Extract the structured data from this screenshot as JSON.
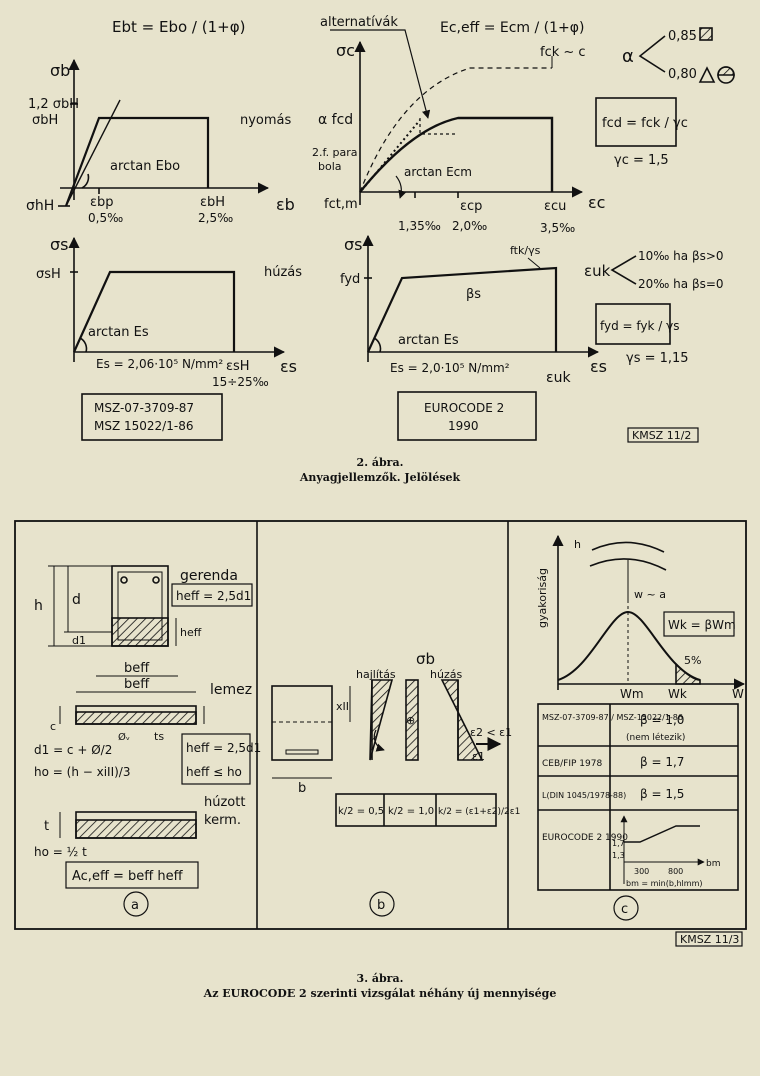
{
  "figure2": {
    "caption_number": "2. ábra.",
    "caption_title": "Anyagjellemzők. Jelölések",
    "code_tag": "KMSZ 11/2",
    "top_left": {
      "formula": "Ebt = Ebo / (1+φ)",
      "y_axis": "σb",
      "y_tick_1": "1,2 σbH",
      "y_tick_2": "σbH",
      "mode": "nyomás",
      "slope": "arctan Ebo",
      "neg_tick": "σhH",
      "x_tick_1_name": "εbp",
      "x_tick_1_value": "0,5‰",
      "x_tick_2_name": "εbH",
      "x_tick_2_value": "2,5‰",
      "x_axis": "εb"
    },
    "top_right": {
      "alternatives": "alternatívák",
      "formula": "Ec,eff = Ecm / (1+φ)",
      "y_axis": "σc",
      "fck_note": "fck ~ c",
      "alpha_fcd": "α fcd",
      "parabola_1": "2.f. para",
      "parabola_2": "bola",
      "slope": "arctan Ecm",
      "origin": "fct,m",
      "x_tick_1_value": "1,35‰",
      "x_tick_2_name": "εcp",
      "x_tick_2_value": "2,0‰",
      "x_tick_3_name": "εcu",
      "x_tick_3_value": "3,5‰",
      "x_axis": "εc"
    },
    "alpha_box": {
      "symbol": "α",
      "value_1": "0,85",
      "value_2": "0,80",
      "fcd_formula": "fcd = fck / γc",
      "gamma": "γc = 1,5"
    },
    "bottom_left": {
      "y_axis": "σs",
      "y_tick": "σsH",
      "mode": "húzás",
      "slope": "arctan Es",
      "modulus": "Es = 2,06·10⁵ N/mm²",
      "x_tick_name": "εsH",
      "x_tick_value": "15÷25‰",
      "x_axis": "εs",
      "standard_1": "MSZ-07-3709-87",
      "standard_2": "MSZ 15022/1-86"
    },
    "bottom_right": {
      "y_axis": "σs",
      "y_tick": "fyd",
      "ftk_label": "ftk/γs",
      "beta": "βs",
      "slope": "arctan Es",
      "modulus": "Es = 2,0·10⁵ N/mm²",
      "x_tick_name": "εuk",
      "x_axis": "εs",
      "standard_1": "EUROCODE 2",
      "standard_2": "1990"
    },
    "euk_box": {
      "symbol": "εuk",
      "option_1": "10‰ ha βs>0",
      "option_2": "20‰ ha βs=0",
      "fyd_formula": "fyd = fyk / γs",
      "gamma": "γs = 1,15"
    }
  },
  "figure3": {
    "caption_number": "3. ábra.",
    "caption_title": "Az EUROCODE 2 szerinti vizsgálat néhány új mennyisége",
    "code_tag": "KMSZ 11/3",
    "panel_a": {
      "circle_label": "a",
      "h": "h",
      "d": "d",
      "d1": "d1",
      "heff": "heff",
      "gerenda": "gerenda",
      "heff_formula_1": "heff = 2,5d1",
      "beff_1": "beff",
      "beff_2": "beff",
      "lemez": "lemez",
      "c_label": "c",
      "phi_label": "Øᵥ",
      "ts_label": "ts",
      "d1_formula": "d1 = c + Ø/2",
      "ho_formula": "ho = (h − xiII)/3",
      "heff_formula_2": "heff = 2,5d1",
      "heff_formula_3": "heff ≤ ho",
      "huzott_1": "húzott",
      "huzott_2": "kerm.",
      "t": "t",
      "ho_formula_2": "ho = ½ t",
      "area_formula": "Ac,eff = beff heff"
    },
    "panel_b": {
      "circle_label": "b",
      "sigma": "σb",
      "hajlitas": "hajlítás",
      "huzas": "húzás",
      "xi": "xII",
      "b": "b",
      "eps_relation": "ε2 < ε1",
      "eps1": "ε1",
      "k1": "k/2 = 0,5",
      "k2": "k/2 = 1,0",
      "k3": "k/2 = (ε1+ε2)/2ε1",
      "plus_sign": "⊕"
    },
    "panel_c": {
      "circle_label": "c",
      "y_axis": "gyakoriság",
      "h": "h",
      "w_relation": "w ~ a",
      "wk_formula": "Wk = βWm",
      "percent": "5%",
      "wm": "Wm",
      "wk": "Wk",
      "w": "W",
      "table": [
        {
          "standard": "MSZ-07-3709-87 / MSZ-15022/1-86",
          "beta": "β = 1,0",
          "note": "(nem létezik)"
        },
        {
          "standard": "CEB/FIP 1978",
          "beta": "β = 1,7",
          "note": ""
        },
        {
          "standard": "L(DIN 1045/1978-88)",
          "beta": "β = 1,5",
          "note": ""
        },
        {
          "standard": "EUROCODE 2 1990",
          "beta": "",
          "note": ""
        }
      ],
      "mini": {
        "tick_17": "1,7",
        "tick_13": "1,3",
        "tick_300": "300",
        "tick_800": "800",
        "axis": "bm",
        "formula": "bm = min(b,hlmm)"
      }
    }
  }
}
